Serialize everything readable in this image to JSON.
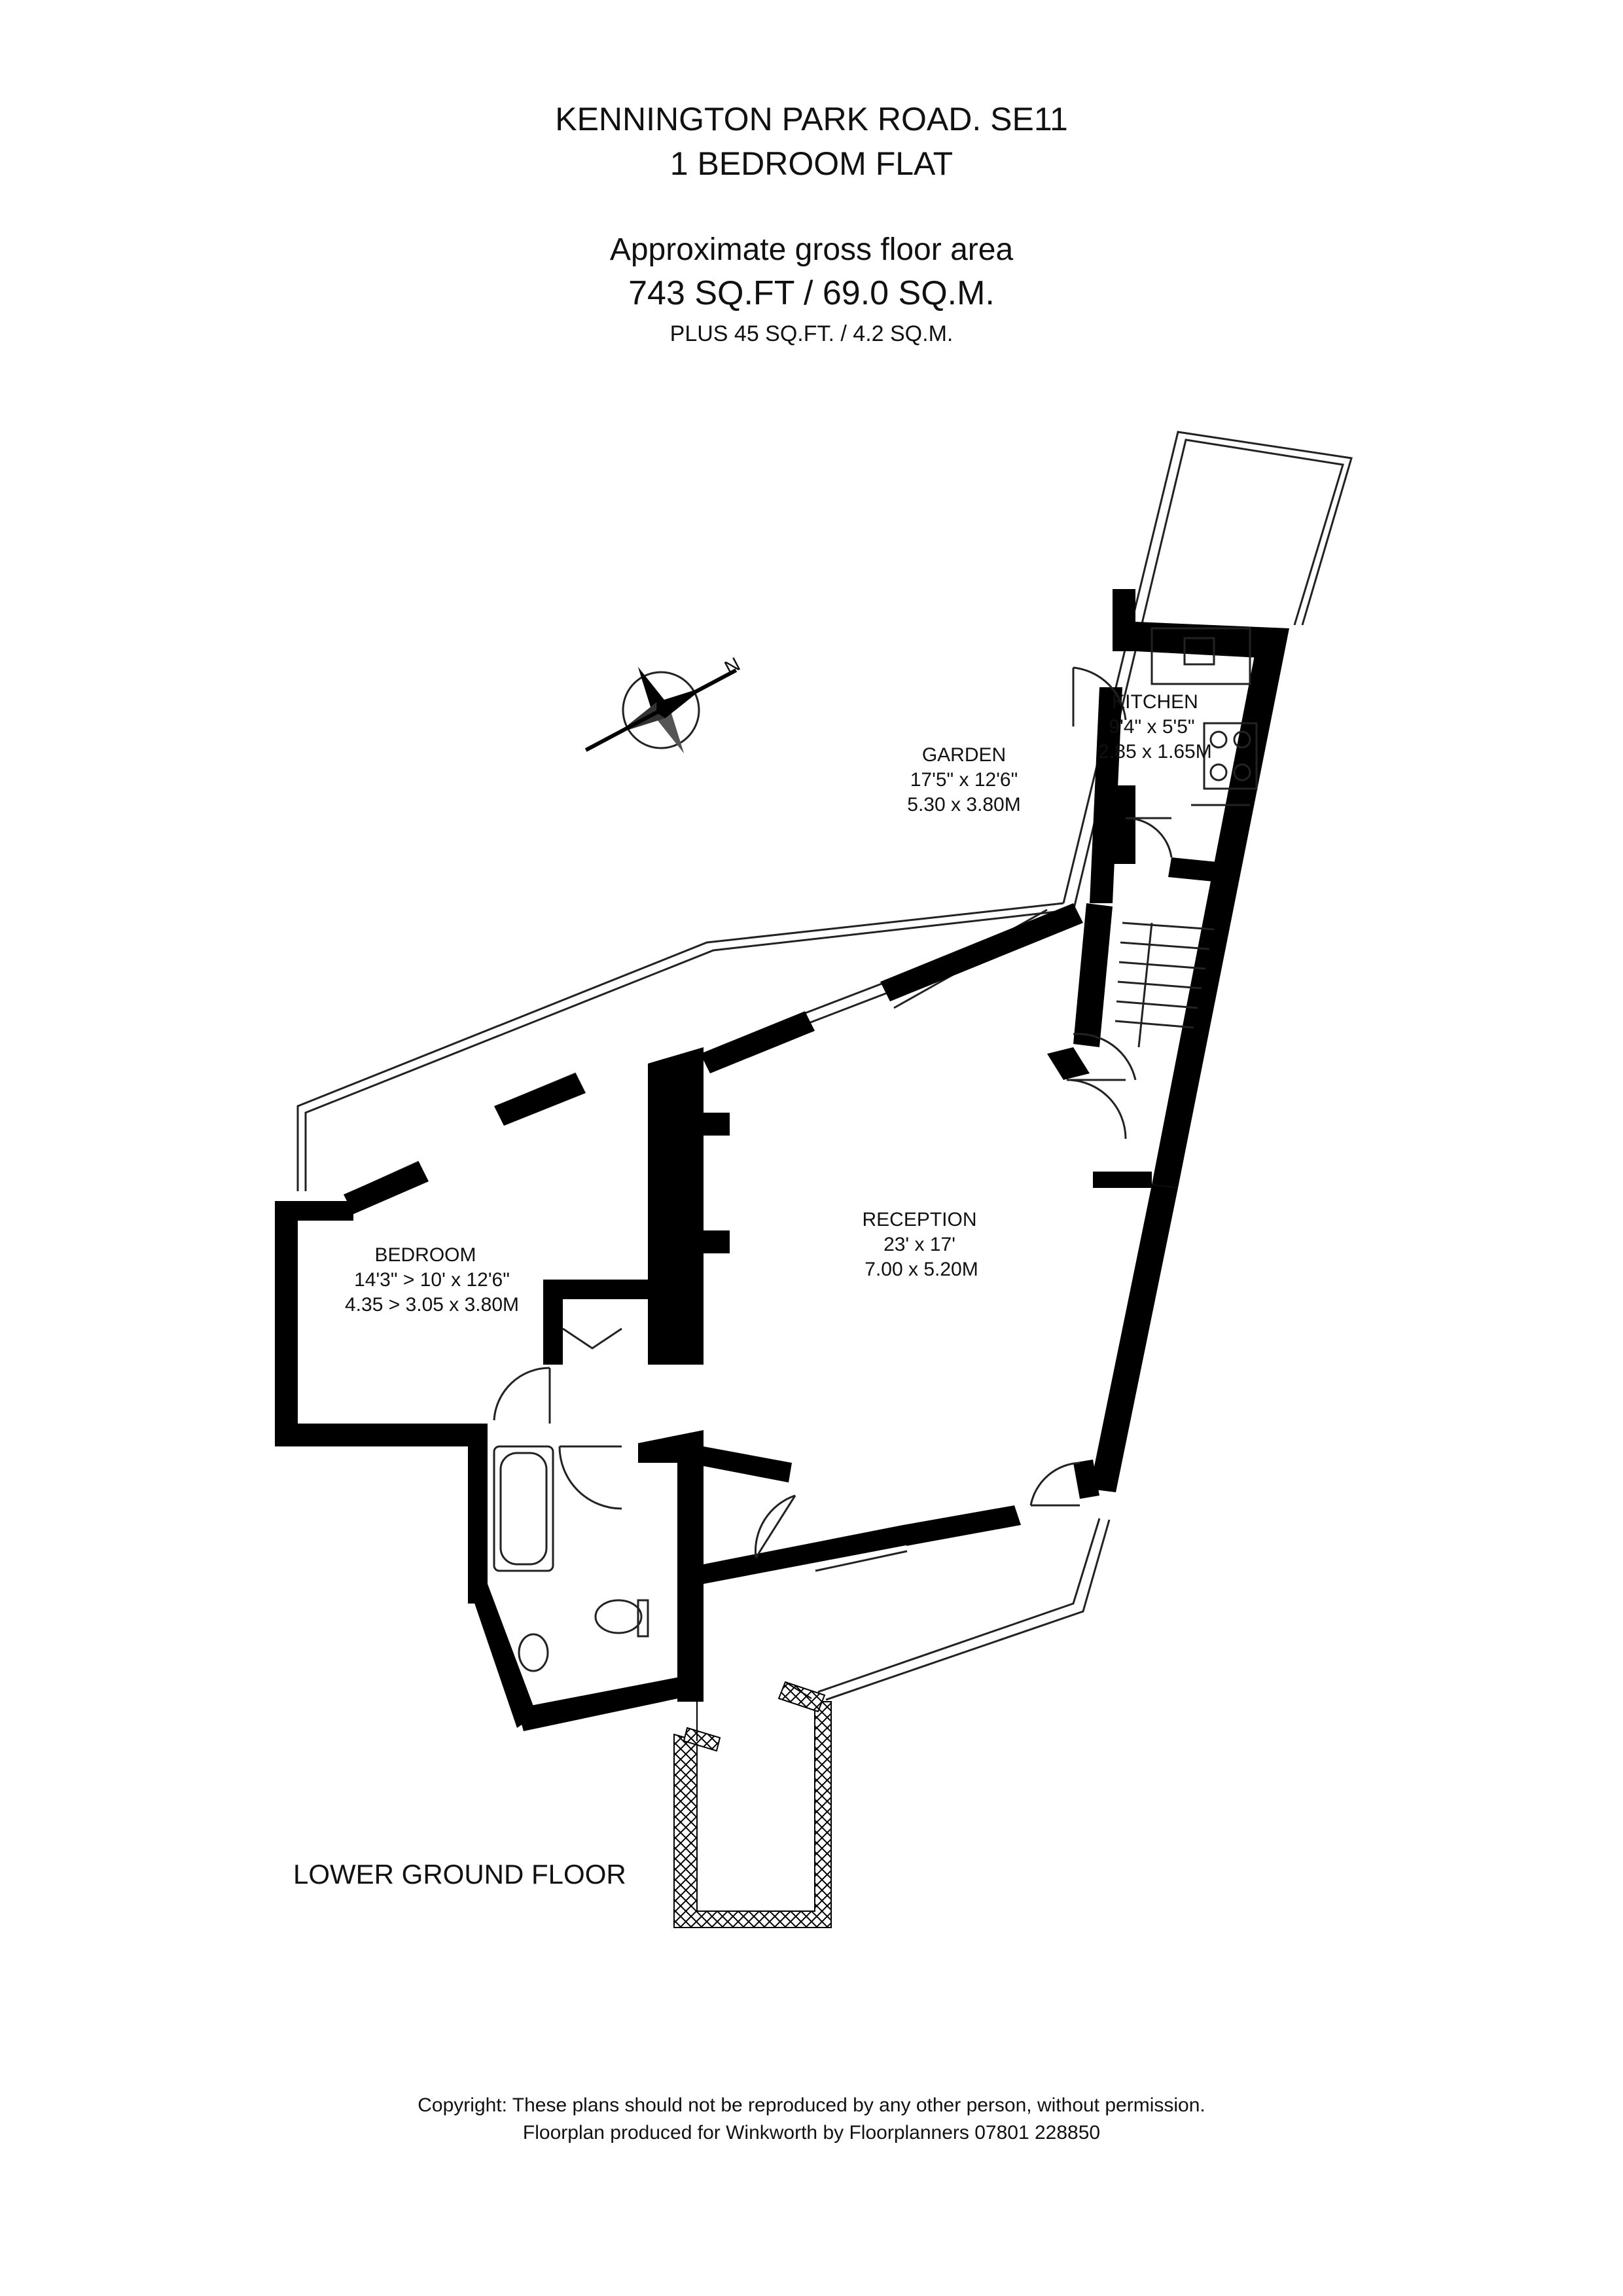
{
  "header": {
    "address": "KENNINGTON PARK ROAD. SE11",
    "property_type": "1 BEDROOM FLAT",
    "area_caption": "Approximate gross floor area",
    "area_main": "743 SQ.FT / 69.0 SQ.M.",
    "area_extra": "PLUS 45 SQ.FT. / 4.2 SQ.M."
  },
  "compass": {
    "north_label": "N"
  },
  "rooms": {
    "kitchen": {
      "name": "KITCHEN",
      "imperial": "9'4\" x 5'5\"",
      "metric": "2.85 x 1.65M"
    },
    "garden": {
      "name": "GARDEN",
      "imperial": "17'5\" x 12'6\"",
      "metric": "5.30 x 3.80M"
    },
    "reception": {
      "name": "RECEPTION",
      "imperial": "23' x 17'",
      "metric": "7.00 x 5.20M"
    },
    "bedroom": {
      "name": "BEDROOM",
      "imperial": "14'3\" > 10' x 12'6\"",
      "metric": "4.35 > 3.05 x 3.80M"
    }
  },
  "floor_label": "LOWER GROUND FLOOR",
  "footer": {
    "line1": "Copyright: These plans should not be reproduced by any other person, without permission.",
    "line2": "Floorplan produced for Winkworth by Floorplanners 07801 228850"
  },
  "colors": {
    "wall": "#000000",
    "background": "#ffffff",
    "line": "#222222"
  }
}
